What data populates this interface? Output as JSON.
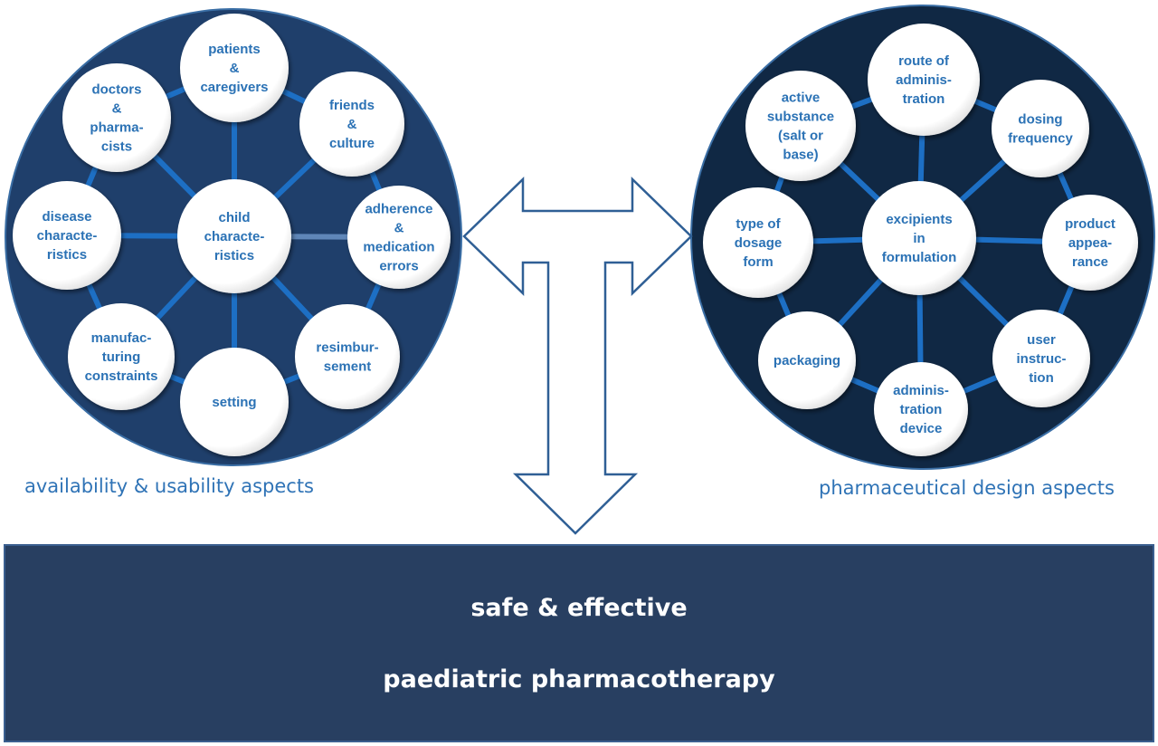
{
  "left_cluster": {
    "caption": "availability & usability aspects",
    "center": [
      "child",
      "characte-",
      "ristics"
    ],
    "nodes": [
      {
        "id": "patients",
        "lines": [
          "patients",
          "&",
          "caregivers"
        ]
      },
      {
        "id": "friends",
        "lines": [
          "friends",
          "&",
          "culture"
        ]
      },
      {
        "id": "adherence",
        "lines": [
          "adherence",
          "&",
          "medication",
          "errors"
        ]
      },
      {
        "id": "reimbursement",
        "lines": [
          "resimbur-",
          "sement"
        ]
      },
      {
        "id": "setting",
        "lines": [
          "setting"
        ]
      },
      {
        "id": "manufacturing",
        "lines": [
          "manufac-",
          "turing",
          "constraints"
        ]
      },
      {
        "id": "disease",
        "lines": [
          "disease",
          "characte-",
          "ristics"
        ]
      },
      {
        "id": "doctors",
        "lines": [
          "doctors",
          "&",
          "pharma-",
          "cists"
        ]
      }
    ]
  },
  "right_cluster": {
    "caption": "pharmaceutical design aspects",
    "center": [
      "excipients",
      "in",
      "formulation"
    ],
    "nodes": [
      {
        "id": "route",
        "lines": [
          "route of",
          "adminis-",
          "tration"
        ]
      },
      {
        "id": "dosing",
        "lines": [
          "dosing",
          "frequency"
        ]
      },
      {
        "id": "appearance",
        "lines": [
          "product",
          "appea-",
          "rance"
        ]
      },
      {
        "id": "user-instruction",
        "lines": [
          "user",
          "instruc-",
          "tion"
        ]
      },
      {
        "id": "admin-device",
        "lines": [
          "adminis-",
          "tration",
          "device"
        ]
      },
      {
        "id": "packaging",
        "lines": [
          "packaging"
        ]
      },
      {
        "id": "dosage-form",
        "lines": [
          "type of",
          "dosage",
          "form"
        ]
      },
      {
        "id": "active-substance",
        "lines": [
          "active",
          "substance",
          "(salt or",
          "base)"
        ]
      }
    ]
  },
  "banner": {
    "line1": "safe & effective",
    "line2": "paediatric pharmacotherapy"
  },
  "colors": {
    "left_disc": "#1f3f6b",
    "right_disc": "#102844",
    "disc_border": "#3a6ea5",
    "spoke": "#1d6fc4",
    "node_fill": "#ffffff",
    "node_text": "#2b72b5",
    "caption": "#2f73b6",
    "banner_fill": "#283f61",
    "arrow_stroke": "#2f5f95"
  }
}
